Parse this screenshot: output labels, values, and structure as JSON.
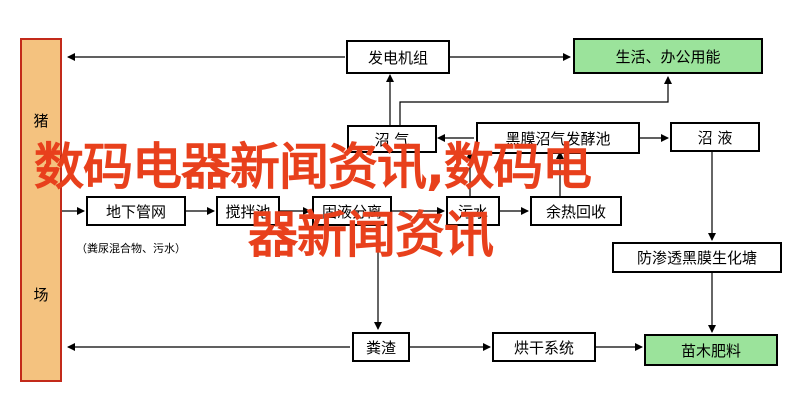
{
  "diagram": {
    "nodes": {
      "pig_farm": {
        "chars": [
          "猪",
          "场"
        ]
      },
      "generator": "发电机组",
      "life_office": "生活、办公用能",
      "biogas": "沼 气",
      "black_film": "黑膜沼气发酵池",
      "biogas_liquid": "沼 液",
      "underground_pipe": "地下管网",
      "mixing_pool": "搅拌池",
      "solid_liquid": "固液分离",
      "sewage": "污水",
      "waste_heat": "余热回收",
      "membrane_pond": "防渗透黑膜生化塘",
      "manure_residue": "粪渣",
      "drying_system": "烘干系统",
      "fertilizer": "苗木肥料"
    },
    "subnote": "（粪尿混合物、污水）"
  },
  "overlay": {
    "line1": "数码电器新闻资讯,数码电",
    "line2": "器新闻资讯"
  },
  "colors": {
    "green_fill": "#9be39b",
    "orange_fill": "#f4c27f",
    "orange_border": "#c32a1a",
    "overlay_text": "#e8401c"
  }
}
